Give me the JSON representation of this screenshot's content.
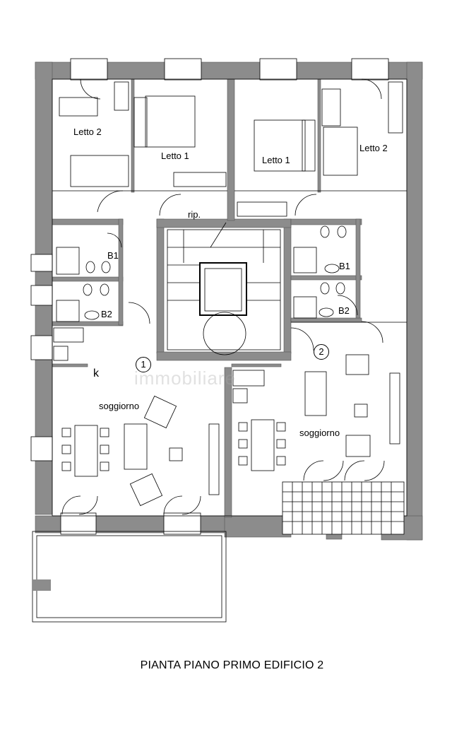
{
  "rooms": {
    "unit_left": {
      "bedroom_2": "Letto 2",
      "bedroom_1": "Letto 1",
      "storage": "rip.",
      "bath_1": "B1",
      "bath_2": "B2",
      "kitchen": "k",
      "living": "soggiorno",
      "unit_number": "1"
    },
    "unit_right": {
      "bedroom_1": "Letto 1",
      "bedroom_2": "Letto 2",
      "bath_1": "B1",
      "bath_2": "B2",
      "living": "soggiorno",
      "unit_number": "2"
    }
  },
  "watermark": "immobiliare",
  "title": "PIANTA PIANO PRIMO EDIFICIO 2",
  "colors": {
    "wall": "#8c8c8c",
    "line": "#000000",
    "background": "#ffffff"
  }
}
